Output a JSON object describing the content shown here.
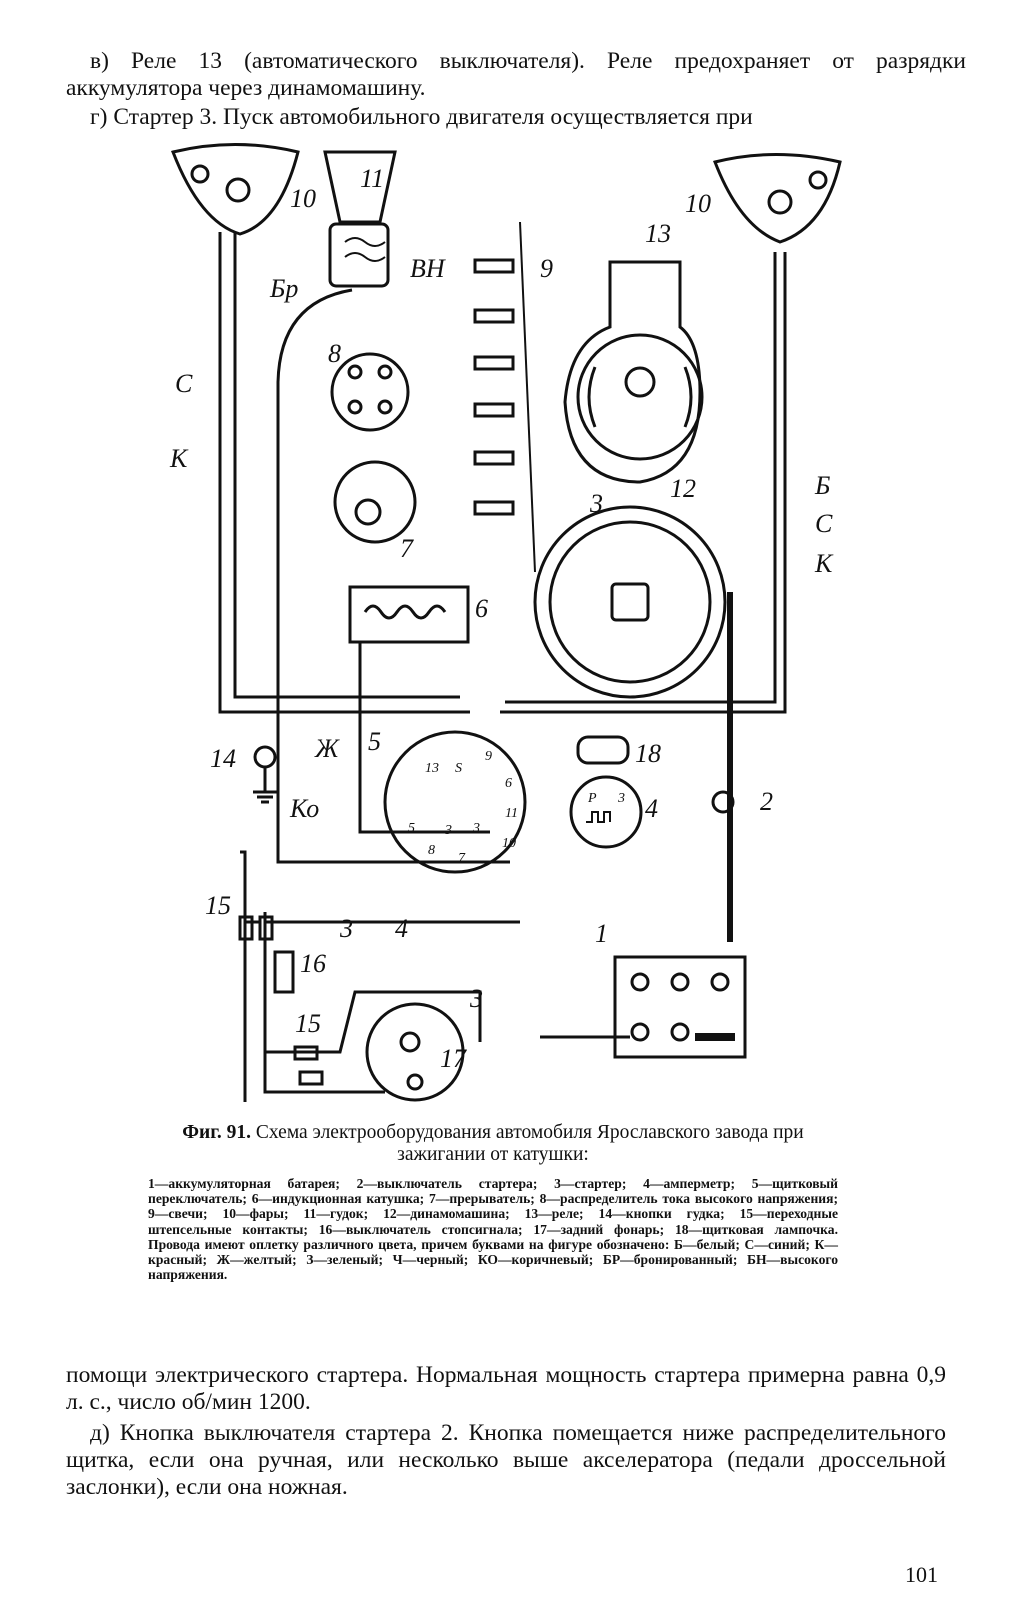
{
  "text": {
    "para_v": "в) Реле 13 (автоматического выключателя). Реле предохраняет от разрядки аккумулятора через динамомашину.",
    "para_g": "г) Стартер 3. Пуск автомобильного двигателя осуществляется при",
    "para_after": "помощи электрического стартера. Нормальная мощность стартера примерна равна 0,9 л. с., число об/мин 1200.",
    "para_d": "д) Кнопка выключателя стартера 2. Кнопка помещается ниже распределительного щитка, если она ручная, или несколько выше акселератора (педали дроссельной заслонки), если она ножная.",
    "page_number": "101"
  },
  "figure": {
    "caption_label": "Фиг. 91.",
    "caption_title": "Схема электрооборудования автомобиля Ярославского завода при зажигании от катушки:",
    "legend": "1—аккумуляторная батарея; 2—выключатель стартера; 3—стартер; 4—амперметр; 5—щитковый переключатель; 6—индукционная катушка; 7—прерыватель; 8—распределитель тока высокого напряжения; 9—свечи; 10—фары; 11—гудок; 12—динамомашина; 13—реле; 14—кнопки гудка; 15—переходные штепсельные контакты; 16—выключатель стопсигнала; 17—задний фонарь; 18—щитковая лампочка. Провода имеют оплетку различного цвета, причем буквами на фигуре обозначено: Б—белый; С—синий; К—красный; Ж—желтый; З—зеленый; Ч—черный; КО—коричневый; БР—бронированный; БН—высокого напряжения.",
    "labels": {
      "n1": "1",
      "n2": "2",
      "n3": "3",
      "n3b": "3",
      "n3c": "3",
      "n4": "4",
      "n4b": "4",
      "n5": "5",
      "n6": "6",
      "n7": "7",
      "n8": "8",
      "n9": "9",
      "n10l": "10",
      "n10r": "10",
      "n11": "11",
      "n12": "12",
      "n13": "13",
      "n14": "14",
      "n15a": "15",
      "n15b": "15",
      "n16": "16",
      "n17": "17",
      "n18": "18",
      "wC_l": "С",
      "wK_l": "К",
      "wBr": "Бр",
      "wBH": "ВН",
      "wB_r": "Б",
      "wC_r": "С",
      "wK_r": "К",
      "wZh": "Ж",
      "wKo": "Ко",
      "amm_left": "P",
      "amm_right": "3",
      "sw_13": "13",
      "sw_S": "S",
      "sw_9": "9",
      "sw_6": "6",
      "sw_11": "11",
      "sw_10": "10",
      "sw_7": "7",
      "sw_8": "8",
      "sw_5": "5",
      "sw_3a": "3",
      "sw_3b": "3"
    }
  }
}
